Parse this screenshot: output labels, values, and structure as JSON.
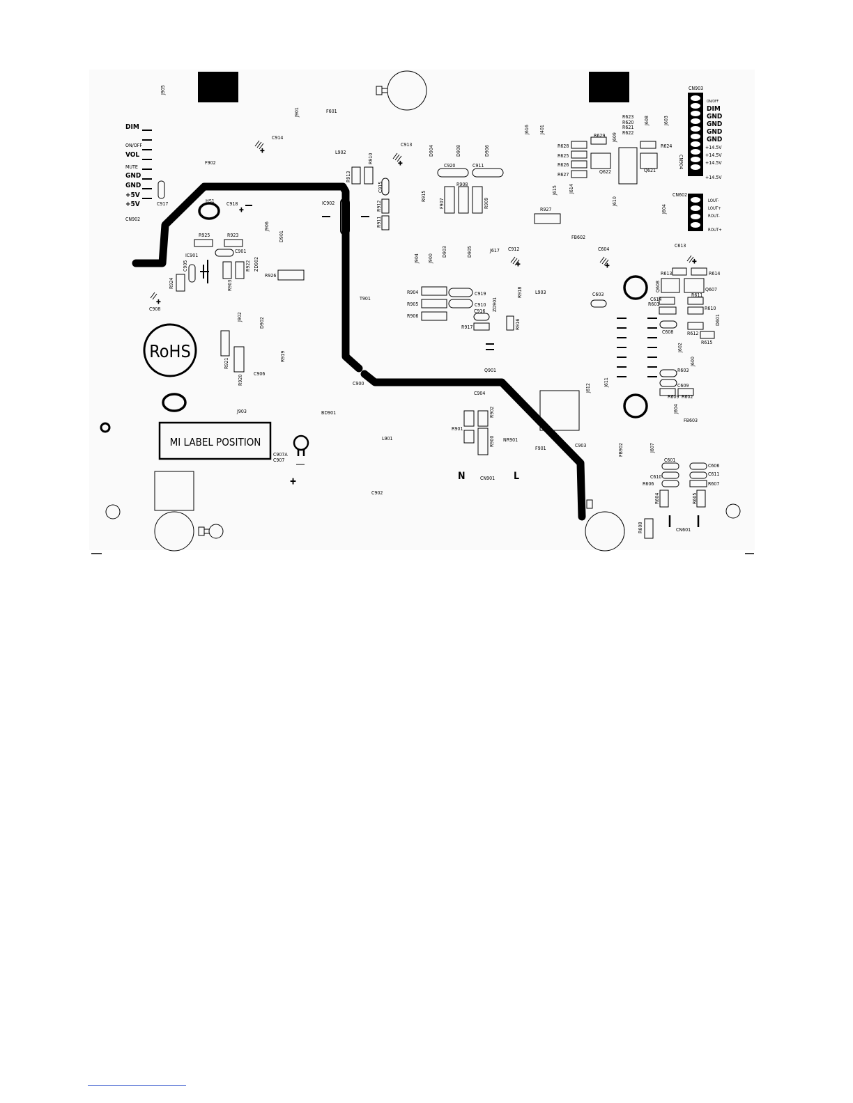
{
  "board": {
    "labels": {
      "rohs": "RoHS",
      "mi_label": "MI LABEL POSITION",
      "neutral": "N",
      "line": "L",
      "cn901": "CN901",
      "cn902": "CN902",
      "cn903": "CN903",
      "cn904": "CN904",
      "cn602": "CN602",
      "cn601": "CN601"
    },
    "left_connector_pins": [
      "DIM",
      "ON/OFF",
      "VOL",
      "MUTE",
      "GND",
      "GND",
      "+5V",
      "+5V"
    ],
    "cn903_pins": [
      "ON/OFF",
      "DIM",
      "GND",
      "GND",
      "GND",
      "GND",
      "+14.5V",
      "+14.5V",
      "+14.5V",
      "+14.5V"
    ],
    "cn602_pins": [
      "LOUT-",
      "LOUT+",
      "ROUT-",
      "ROUT+"
    ],
    "refdes": [
      "J905",
      "F601",
      "J901",
      "C914",
      "L902",
      "C913",
      "D904",
      "D908",
      "D906",
      "J616",
      "J401",
      "R623",
      "R620",
      "R621",
      "R622",
      "J608",
      "J603",
      "R629",
      "J609",
      "R628",
      "R624",
      "R625",
      "R626",
      "R627",
      "Q622",
      "Q621",
      "F902",
      "C917",
      "HS1",
      "C918",
      "IC902",
      "R913",
      "R910",
      "C915",
      "R912",
      "R915",
      "R911",
      "C920",
      "C911",
      "R908",
      "F907",
      "R909",
      "J615",
      "J614",
      "J610",
      "R927",
      "J604",
      "FB602",
      "J906",
      "R925",
      "R923",
      "D901",
      "C901",
      "IC901",
      "C905",
      "R922",
      "ZD902",
      "R926",
      "R924",
      "R903",
      "C908",
      "J904",
      "J900",
      "D903",
      "D905",
      "J617",
      "C912",
      "C604",
      "C613",
      "R613",
      "R614",
      "Q608",
      "R601",
      "Q607",
      "R611",
      "R610",
      "C614",
      "R904",
      "R905",
      "R906",
      "C919",
      "C910",
      "C916",
      "ZD901",
      "R918",
      "L903",
      "C603",
      "T901",
      "R917",
      "R916",
      "D601",
      "J902",
      "D902",
      "R921",
      "R919",
      "R920",
      "C906",
      "Q901",
      "C908",
      "R612",
      "R615",
      "C608",
      "J602",
      "J600",
      "R603",
      "C609",
      "R609",
      "R602",
      "J612",
      "J611",
      "C900",
      "C904",
      "BD901",
      "J903",
      "R901",
      "R902",
      "R900",
      "NR901",
      "L901",
      "F901",
      "C903",
      "FB902",
      "J607",
      "J604",
      "FB603",
      "C907A",
      "C907",
      "C601",
      "C606",
      "C610",
      "C611",
      "R606",
      "R607",
      "R604",
      "R605",
      "C902",
      "R608"
    ]
  }
}
